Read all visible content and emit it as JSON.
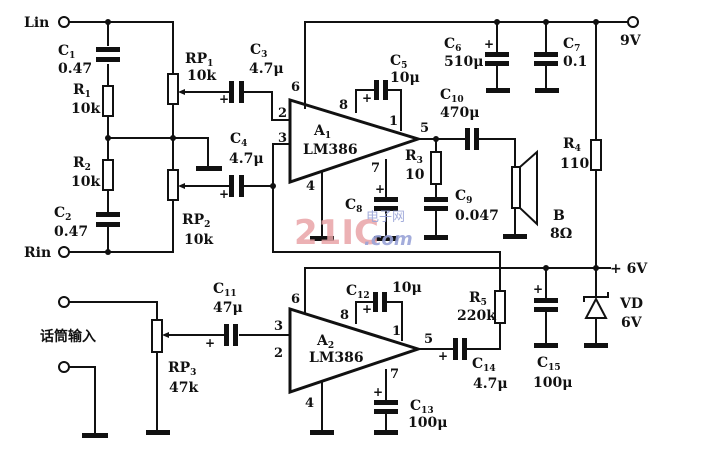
{
  "diagram": {
    "type": "circuit-schematic",
    "description": "Dual LM386 audio amplifier with stereo line input and microphone input"
  },
  "terminals": {
    "lin": "Lin",
    "rin": "Rin",
    "v9": "9V",
    "v6": "+ 6V",
    "mic_input": "话筒输入"
  },
  "components": {
    "C1": {
      "ref": "C",
      "sub": "1",
      "value": "0.47"
    },
    "R1": {
      "ref": "R",
      "sub": "1",
      "value": "10k"
    },
    "R2": {
      "ref": "R",
      "sub": "2",
      "value": "10k"
    },
    "C2": {
      "ref": "C",
      "sub": "2",
      "value": "0.47"
    },
    "RP1": {
      "ref": "RP",
      "sub": "1",
      "value": "10k"
    },
    "RP2": {
      "ref": "RP",
      "sub": "2",
      "value": "10k"
    },
    "C3": {
      "ref": "C",
      "sub": "3",
      "value": "4.7μ"
    },
    "C4": {
      "ref": "C",
      "sub": "4",
      "value": "4.7μ"
    },
    "A1": {
      "ref": "A",
      "sub": "1",
      "value": "LM386"
    },
    "C5": {
      "ref": "C",
      "sub": "5",
      "value": "10μ"
    },
    "C6": {
      "ref": "C",
      "sub": "6",
      "value": "510μ"
    },
    "C7": {
      "ref": "C",
      "sub": "7",
      "value": "0.1"
    },
    "C8": {
      "ref": "C",
      "sub": "8",
      "value": ""
    },
    "C9": {
      "ref": "C",
      "sub": "9",
      "value": "0.047"
    },
    "C10": {
      "ref": "C",
      "sub": "10",
      "value": "470μ"
    },
    "R3": {
      "ref": "R",
      "sub": "3",
      "value": "10"
    },
    "R4": {
      "ref": "R",
      "sub": "4",
      "value": "110"
    },
    "B": {
      "ref": "B",
      "sub": "",
      "value": "8Ω"
    },
    "RP3": {
      "ref": "RP",
      "sub": "3",
      "value": "47k"
    },
    "C11": {
      "ref": "C",
      "sub": "11",
      "value": "47μ"
    },
    "A2": {
      "ref": "A",
      "sub": "2",
      "value": "LM386"
    },
    "C12": {
      "ref": "C",
      "sub": "12",
      "value": "10μ"
    },
    "C13": {
      "ref": "C",
      "sub": "13",
      "value": "100μ"
    },
    "C14": {
      "ref": "C",
      "sub": "14",
      "value": "4.7μ"
    },
    "R5": {
      "ref": "R",
      "sub": "5",
      "value": "220k"
    },
    "C15": {
      "ref": "C",
      "sub": "15",
      "value": "100μ"
    },
    "VD": {
      "ref": "VD",
      "sub": "",
      "value": "6V"
    }
  },
  "pins": {
    "a1": {
      "p2": "2",
      "p3": "3",
      "p4": "4",
      "p5": "5",
      "p6": "6",
      "p7": "7",
      "p8": "8",
      "p1": "1"
    },
    "a2": {
      "p2": "2",
      "p3": "3",
      "p4": "4",
      "p5": "5",
      "p6": "6",
      "p7": "7",
      "p8": "8",
      "p1": "1"
    }
  },
  "polarity": "+",
  "watermark": {
    "brand": "21IC",
    "cn": "电子网",
    "domain": ".com"
  }
}
